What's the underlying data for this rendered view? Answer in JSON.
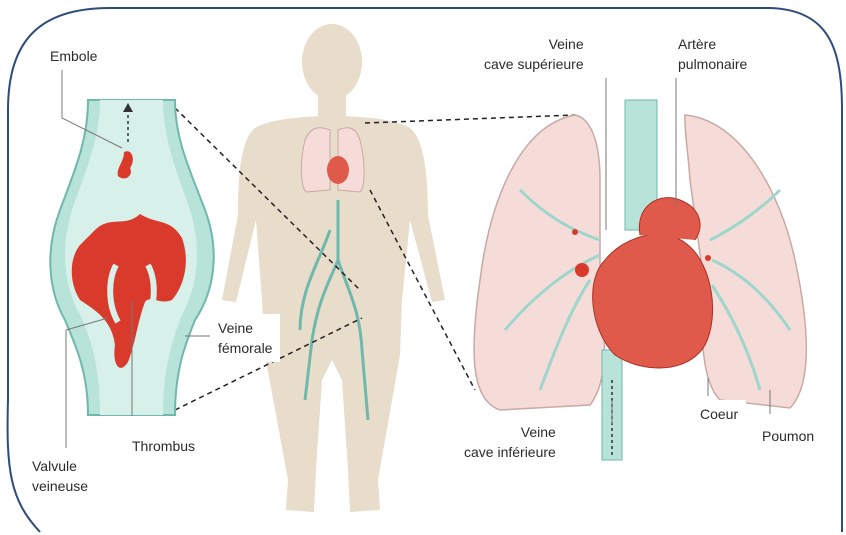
{
  "labels": {
    "embole": "Embole",
    "veine_femorale_1": "Veine",
    "veine_femorale_2": "fémorale",
    "thrombus": "Thrombus",
    "valvule_1": "Valvule",
    "valvule_2": "veineuse",
    "vcs_1": "Veine",
    "vcs_2": "cave supérieure",
    "artere_1": "Artère",
    "artere_2": "pulmonaire",
    "vci_1": "Veine",
    "vci_2": "cave inférieure",
    "coeur": "Coeur",
    "poumon": "Poumon"
  },
  "colors": {
    "frame": "#2f4b7c",
    "vein": "#9fd6cc",
    "vein_dark": "#6fb8ab",
    "clot": "#d93a2b",
    "lung": "#f6dcd8",
    "heart": "#e05a4b",
    "body": "#e8dccb"
  }
}
